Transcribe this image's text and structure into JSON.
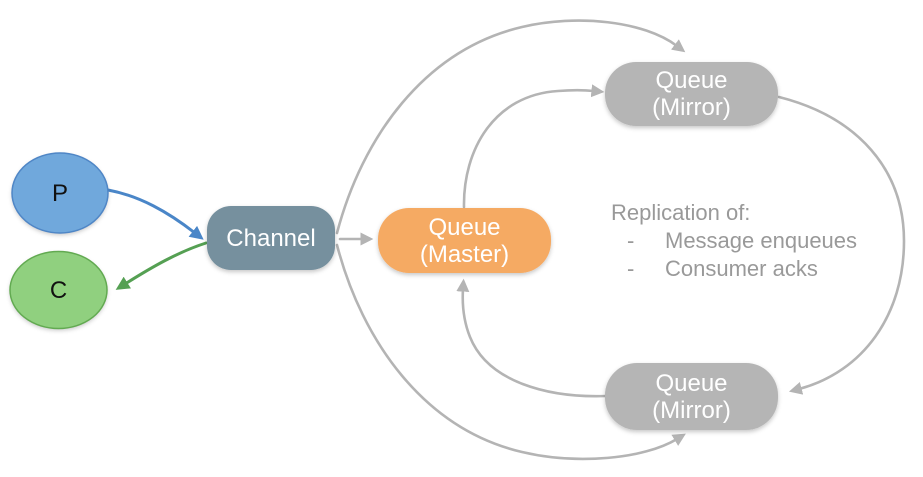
{
  "diagram": {
    "nodes": {
      "producer": {
        "label": "P"
      },
      "consumer": {
        "label": "C"
      },
      "channel": {
        "label": "Channel"
      },
      "master": {
        "line1": "Queue",
        "line2": "(Master)"
      },
      "mirror_top": {
        "line1": "Queue",
        "line2": "(Mirror)"
      },
      "mirror_bottom": {
        "line1": "Queue",
        "line2": "(Mirror)"
      }
    },
    "annotation": {
      "title": "Replication of:",
      "bullet": "-",
      "items": [
        "Message enqueues",
        "Consumer acks"
      ]
    },
    "edges": [
      {
        "from": "producer",
        "to": "channel",
        "color": "blue"
      },
      {
        "from": "channel",
        "to": "consumer",
        "color": "green"
      },
      {
        "from": "channel",
        "to": "master",
        "color": "gray"
      },
      {
        "from": "channel",
        "to": "mirror_top",
        "color": "gray"
      },
      {
        "from": "channel",
        "to": "mirror_bottom",
        "color": "gray"
      },
      {
        "from": "master",
        "to": "mirror_top",
        "color": "gray"
      },
      {
        "from": "mirror_top",
        "to": "mirror_bottom",
        "color": "gray"
      },
      {
        "from": "mirror_bottom",
        "to": "master",
        "color": "gray"
      }
    ],
    "colors": {
      "producer_fill": "#6fa8dc",
      "producer_stroke": "#4f86c6",
      "consumer_fill": "#90d07f",
      "consumer_stroke": "#62aa51",
      "channel_fill": "#76909e",
      "master_fill": "#f5aa63",
      "mirror_fill": "#b5b5b5",
      "arrow_gray": "#b4b4b4",
      "arrow_blue": "#4a86c8",
      "arrow_green": "#55a053",
      "annotation_text": "#999999",
      "node_text": "#ffffff"
    }
  }
}
